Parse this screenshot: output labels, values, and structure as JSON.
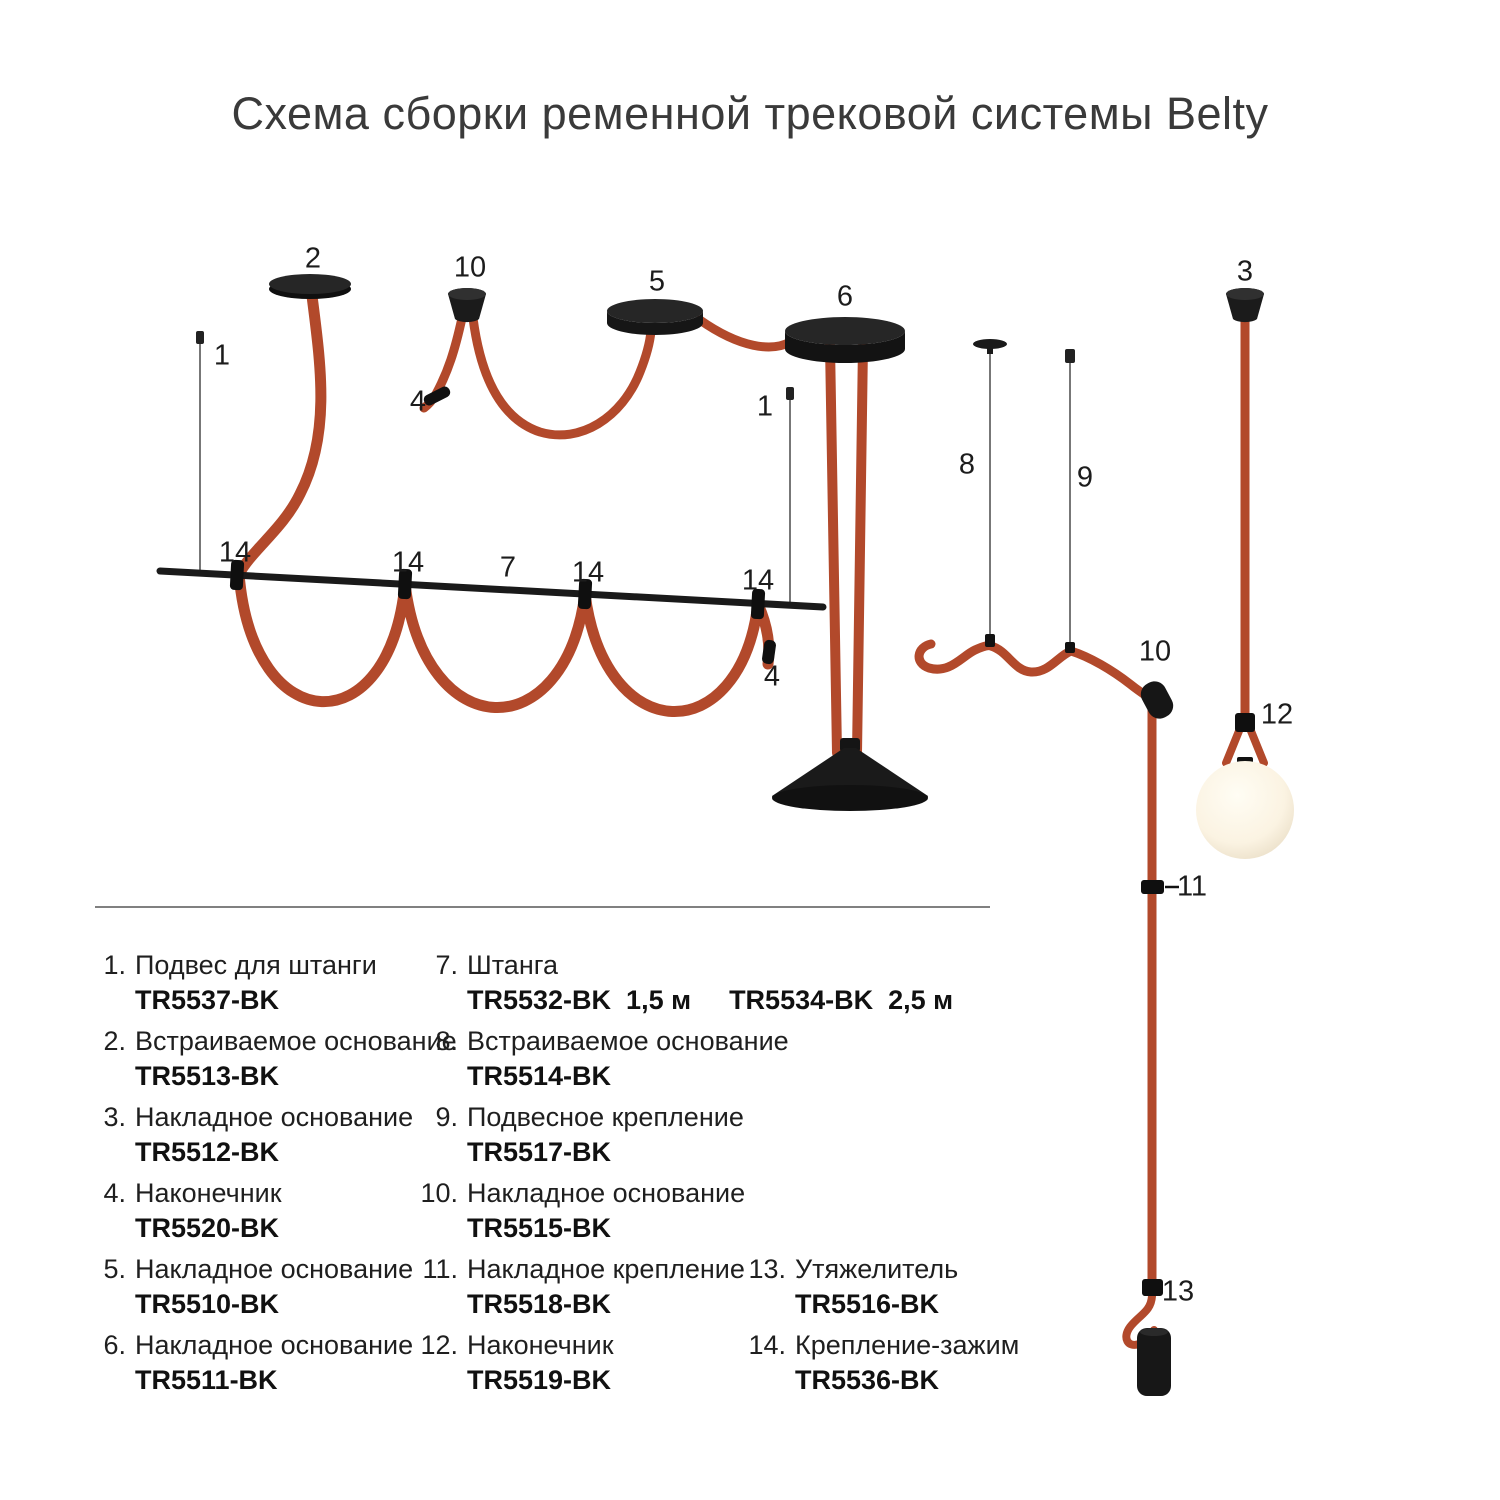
{
  "title": "Схема сборки ременной трековой системы Belty",
  "colors": {
    "belt": "#b2492b",
    "hardware": "#1a1a1a",
    "wire": "#4a4a4a"
  },
  "diagram_labels": [
    "2",
    "10",
    "5",
    "6",
    "3",
    "1",
    "4",
    "1",
    "8",
    "9",
    "14",
    "14",
    "7",
    "14",
    "14",
    "4",
    "10",
    "12",
    "11",
    "13"
  ],
  "legend": {
    "columns": [
      {
        "items": [
          {
            "num": "1.",
            "name": "Подвес для штанги",
            "code": "TR5537-BK"
          },
          {
            "num": "2.",
            "name": "Встраиваемое основание",
            "code": "TR5513-BK"
          },
          {
            "num": "3.",
            "name": "Накладное основание",
            "code": "TR5512-BK"
          },
          {
            "num": "4.",
            "name": "Наконечник",
            "code": "TR5520-BK"
          },
          {
            "num": "5.",
            "name": "Накладное основание",
            "code": "TR5510-BK"
          },
          {
            "num": "6.",
            "name": "Накладное основание",
            "code": "TR5511-BK"
          }
        ]
      },
      {
        "items": [
          {
            "num": "7.",
            "name": "Штанга",
            "code": "TR5532-BK  1,5 м",
            "code2": "TR5534-BK  2,5 м"
          },
          {
            "num": "8.",
            "name": "Встраиваемое основание",
            "code": "TR5514-BK"
          },
          {
            "num": "9.",
            "name": "Подвесное крепление",
            "code": "TR5517-BK"
          },
          {
            "num": "10.",
            "name": "Накладное основание",
            "code": "TR5515-BK"
          },
          {
            "num": "11.",
            "name": "Накладное крепление",
            "code": "TR5518-BK"
          },
          {
            "num": "12.",
            "name": "Наконечник",
            "code": "TR5519-BK"
          }
        ]
      },
      {
        "items": [
          {
            "num": "13.",
            "name": "Утяжелитель",
            "code": "TR5516-BK"
          },
          {
            "num": "14.",
            "name": "Крепление-зажим",
            "code": "TR5536-BK"
          }
        ]
      }
    ]
  }
}
